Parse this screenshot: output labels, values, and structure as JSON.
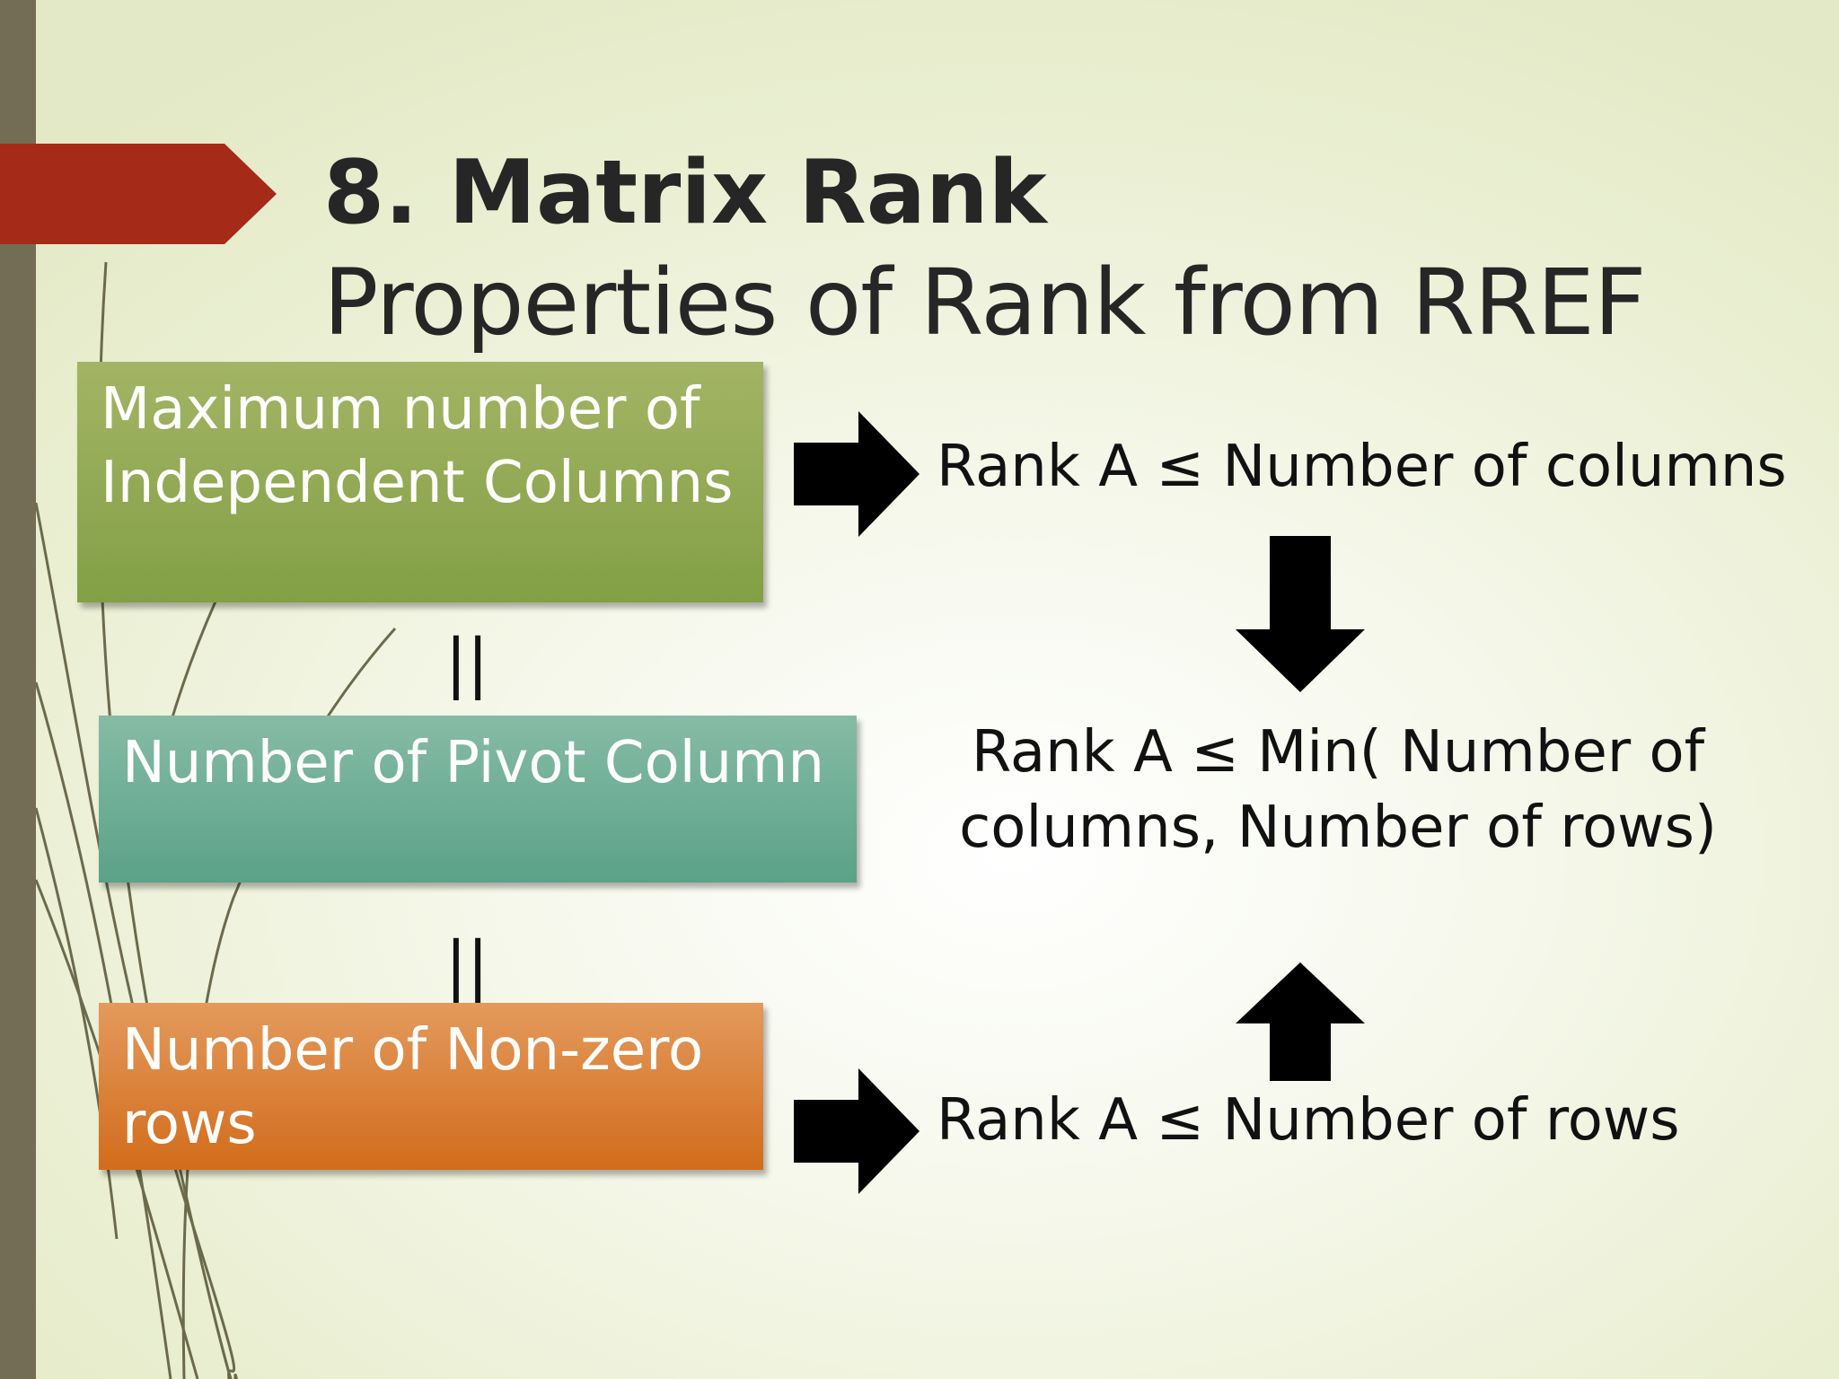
{
  "title": {
    "line1": "8. Matrix Rank",
    "line2": "Properties of Rank from RREF"
  },
  "boxes": {
    "independent_columns": "Maximum number of Independent Columns",
    "pivot_columns": "Number of Pivot Column",
    "nonzero_rows": "Number of Non-zero rows"
  },
  "equals_signs": [
    "||",
    "||"
  ],
  "statements": {
    "rank_le_columns": "Rank A ≤ Number of columns",
    "rank_le_min": "Rank A ≤ Min( Number of columns, Number of rows)",
    "rank_le_rows": "Rank A ≤ Number of rows"
  },
  "colors": {
    "accent_tag": "#a52a17",
    "left_bar": "#746d55",
    "box_green": "#8fa752",
    "box_teal": "#6daf97",
    "box_orange": "#dc7f33",
    "arrow": "#000000"
  },
  "icons": [
    "right-arrow-icon",
    "down-arrow-icon",
    "up-arrow-icon"
  ]
}
